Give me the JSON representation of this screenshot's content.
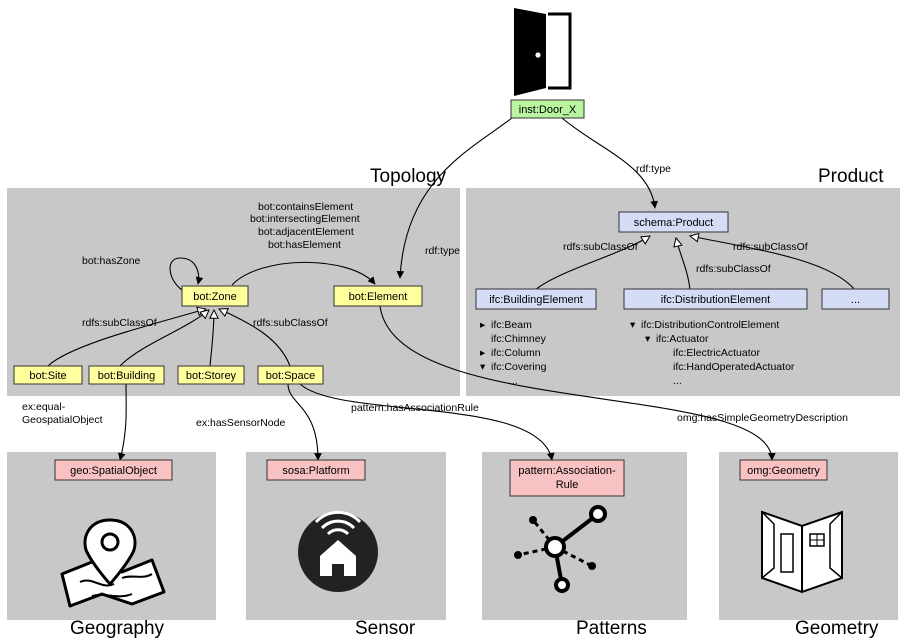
{
  "sections": {
    "topology": "Topology",
    "product": "Product",
    "geography": "Geography",
    "sensor": "Sensor",
    "patterns": "Patterns",
    "geometry": "Geometry"
  },
  "nodes": {
    "door": "inst:Door_X",
    "zone": "bot:Zone",
    "element": "bot:Element",
    "site": "bot:Site",
    "building": "bot:Building",
    "storey": "bot:Storey",
    "space": "bot:Space",
    "product": "schema:Product",
    "building_element": "ifc:BuildingElement",
    "distribution_element": "ifc:DistributionElement",
    "more": "...",
    "spatial_object": "geo:SpatialObject",
    "platform": "sosa:Platform",
    "association_rule_1": "pattern:Association-",
    "association_rule_2": "Rule",
    "geometry": "omg:Geometry"
  },
  "edges": {
    "rdf_type_1": "rdf:type",
    "rdf_type_2": "rdf:type",
    "has_zone": "bot:hasZone",
    "contains_element": "bot:containsElement",
    "intersecting_element": "bot:intersectingElement",
    "adjacent_element": "bot:adjacentElement",
    "has_element": "bot:hasElement",
    "subclass_left": "rdfs:subClassOf",
    "subclass_right": "rdfs:subClassOf",
    "subclass_product_left": "rdfs:subClassOf",
    "subclass_product_mid": "rdfs:subClassOf",
    "subclass_product_right": "rdfs:subClassOf",
    "equal_geospatial_1": "ex:equal-",
    "equal_geospatial_2": "GeospatialObject",
    "has_sensor_node": "ex:hasSensorNode",
    "has_association_rule": "pattern:hasAssociationRule",
    "has_simple_geometry": "omg:hasSimpleGeometryDescription"
  },
  "building_element_tree": [
    {
      "marker": "▸",
      "label": "ifc:Beam"
    },
    {
      "marker": "",
      "label": "ifc:Chimney"
    },
    {
      "marker": "▸",
      "label": "ifc:Column"
    },
    {
      "marker": "▾",
      "label": "ifc:Covering"
    },
    {
      "marker": "",
      "label": "..."
    }
  ],
  "distribution_tree": [
    {
      "marker": "▾",
      "label": "ifc:DistributionControlElement"
    },
    {
      "marker": "▾",
      "label": "ifc:Actuator"
    },
    {
      "marker": "",
      "label": "ifc:ElectricActuator"
    },
    {
      "marker": "",
      "label": "ifc:HandOperatedActuator"
    },
    {
      "marker": "",
      "label": "..."
    }
  ],
  "icons": [
    "door-icon",
    "map-pin-icon",
    "smart-home-icon",
    "network-graph-icon",
    "room-icon"
  ]
}
